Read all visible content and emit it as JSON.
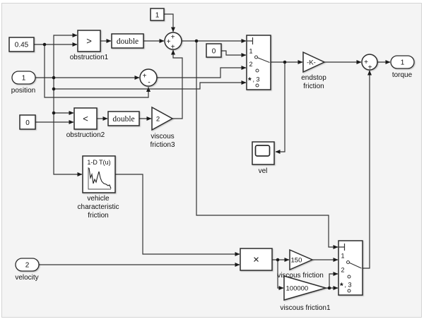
{
  "colors": {
    "background": "#f4f4f4",
    "block_fill": "#ffffff",
    "block_stroke": "#2b2b2b",
    "wire": "#333333"
  },
  "blocks": {
    "const_045": {
      "value": "0.45"
    },
    "const_1": {
      "value": "1"
    },
    "const_0_switch": {
      "value": "0"
    },
    "const_0_obstruction": {
      "value": "0"
    },
    "inport_position": {
      "number": "1",
      "label": "position"
    },
    "inport_velocity": {
      "number": "2",
      "label": "velocity"
    },
    "outport_torque": {
      "number": "1",
      "label": "torque"
    },
    "obstruction1": {
      "operator": ">",
      "label": "obstruction1"
    },
    "obstruction2": {
      "operator": "<",
      "label": "obstruction2"
    },
    "dtc1": {
      "value": "double"
    },
    "dtc2": {
      "value": "double"
    },
    "gain_viscous_friction3": {
      "value": "2",
      "label_line1": "viscous",
      "label_line2": "friction3"
    },
    "lookup_vehicle_friction": {
      "title": "1-D T(u)",
      "label_line1": "vehicle",
      "label_line2": "characteristic",
      "label_line3": "friction"
    },
    "multiport_switch1": {
      "port1": "1",
      "port2": "2",
      "port3_star": "*",
      "port3_rest": ", 3"
    },
    "multiport_switch2": {
      "port1": "1",
      "port2": "2",
      "port3_star": "*",
      "port3_rest": ", 3"
    },
    "gain_endstop_friction": {
      "value": "-K-",
      "label_line1": "endstop",
      "label_line2": "friction"
    },
    "gain_viscous_friction": {
      "value": "150",
      "label": "viscous friction"
    },
    "gain_viscous_friction1": {
      "value": "100000",
      "label": "viscous friction1"
    },
    "product": {
      "operator": "×"
    },
    "scope_vel": {
      "label": "vel"
    },
    "sum1": {
      "signs": [
        "+",
        "+",
        "+"
      ]
    },
    "sum_position": {
      "signs": [
        "+",
        "-"
      ]
    },
    "sum_output": {
      "signs": [
        "+",
        "+"
      ]
    }
  }
}
